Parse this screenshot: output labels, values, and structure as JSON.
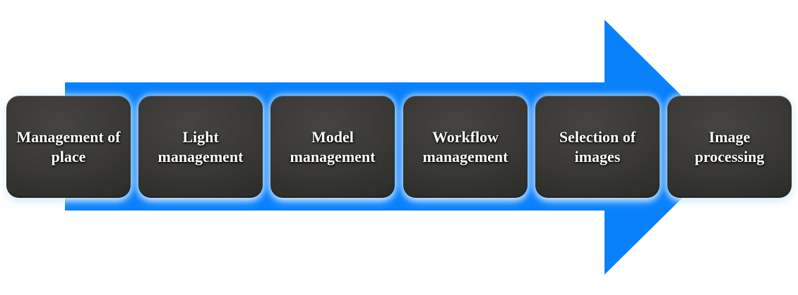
{
  "diagram": {
    "type": "process-flow-arrow",
    "direction": "right",
    "steps": [
      {
        "label": "Management of place"
      },
      {
        "label": "Light management"
      },
      {
        "label": "Model management"
      },
      {
        "label": "Workflow management"
      },
      {
        "label": "Selection of images"
      },
      {
        "label": "Image processing"
      }
    ],
    "colors": {
      "arrow": "#0A81FC",
      "box_fill": "#34332F",
      "box_glow": "#DCEFFF",
      "text": "#FFFFFF"
    }
  }
}
